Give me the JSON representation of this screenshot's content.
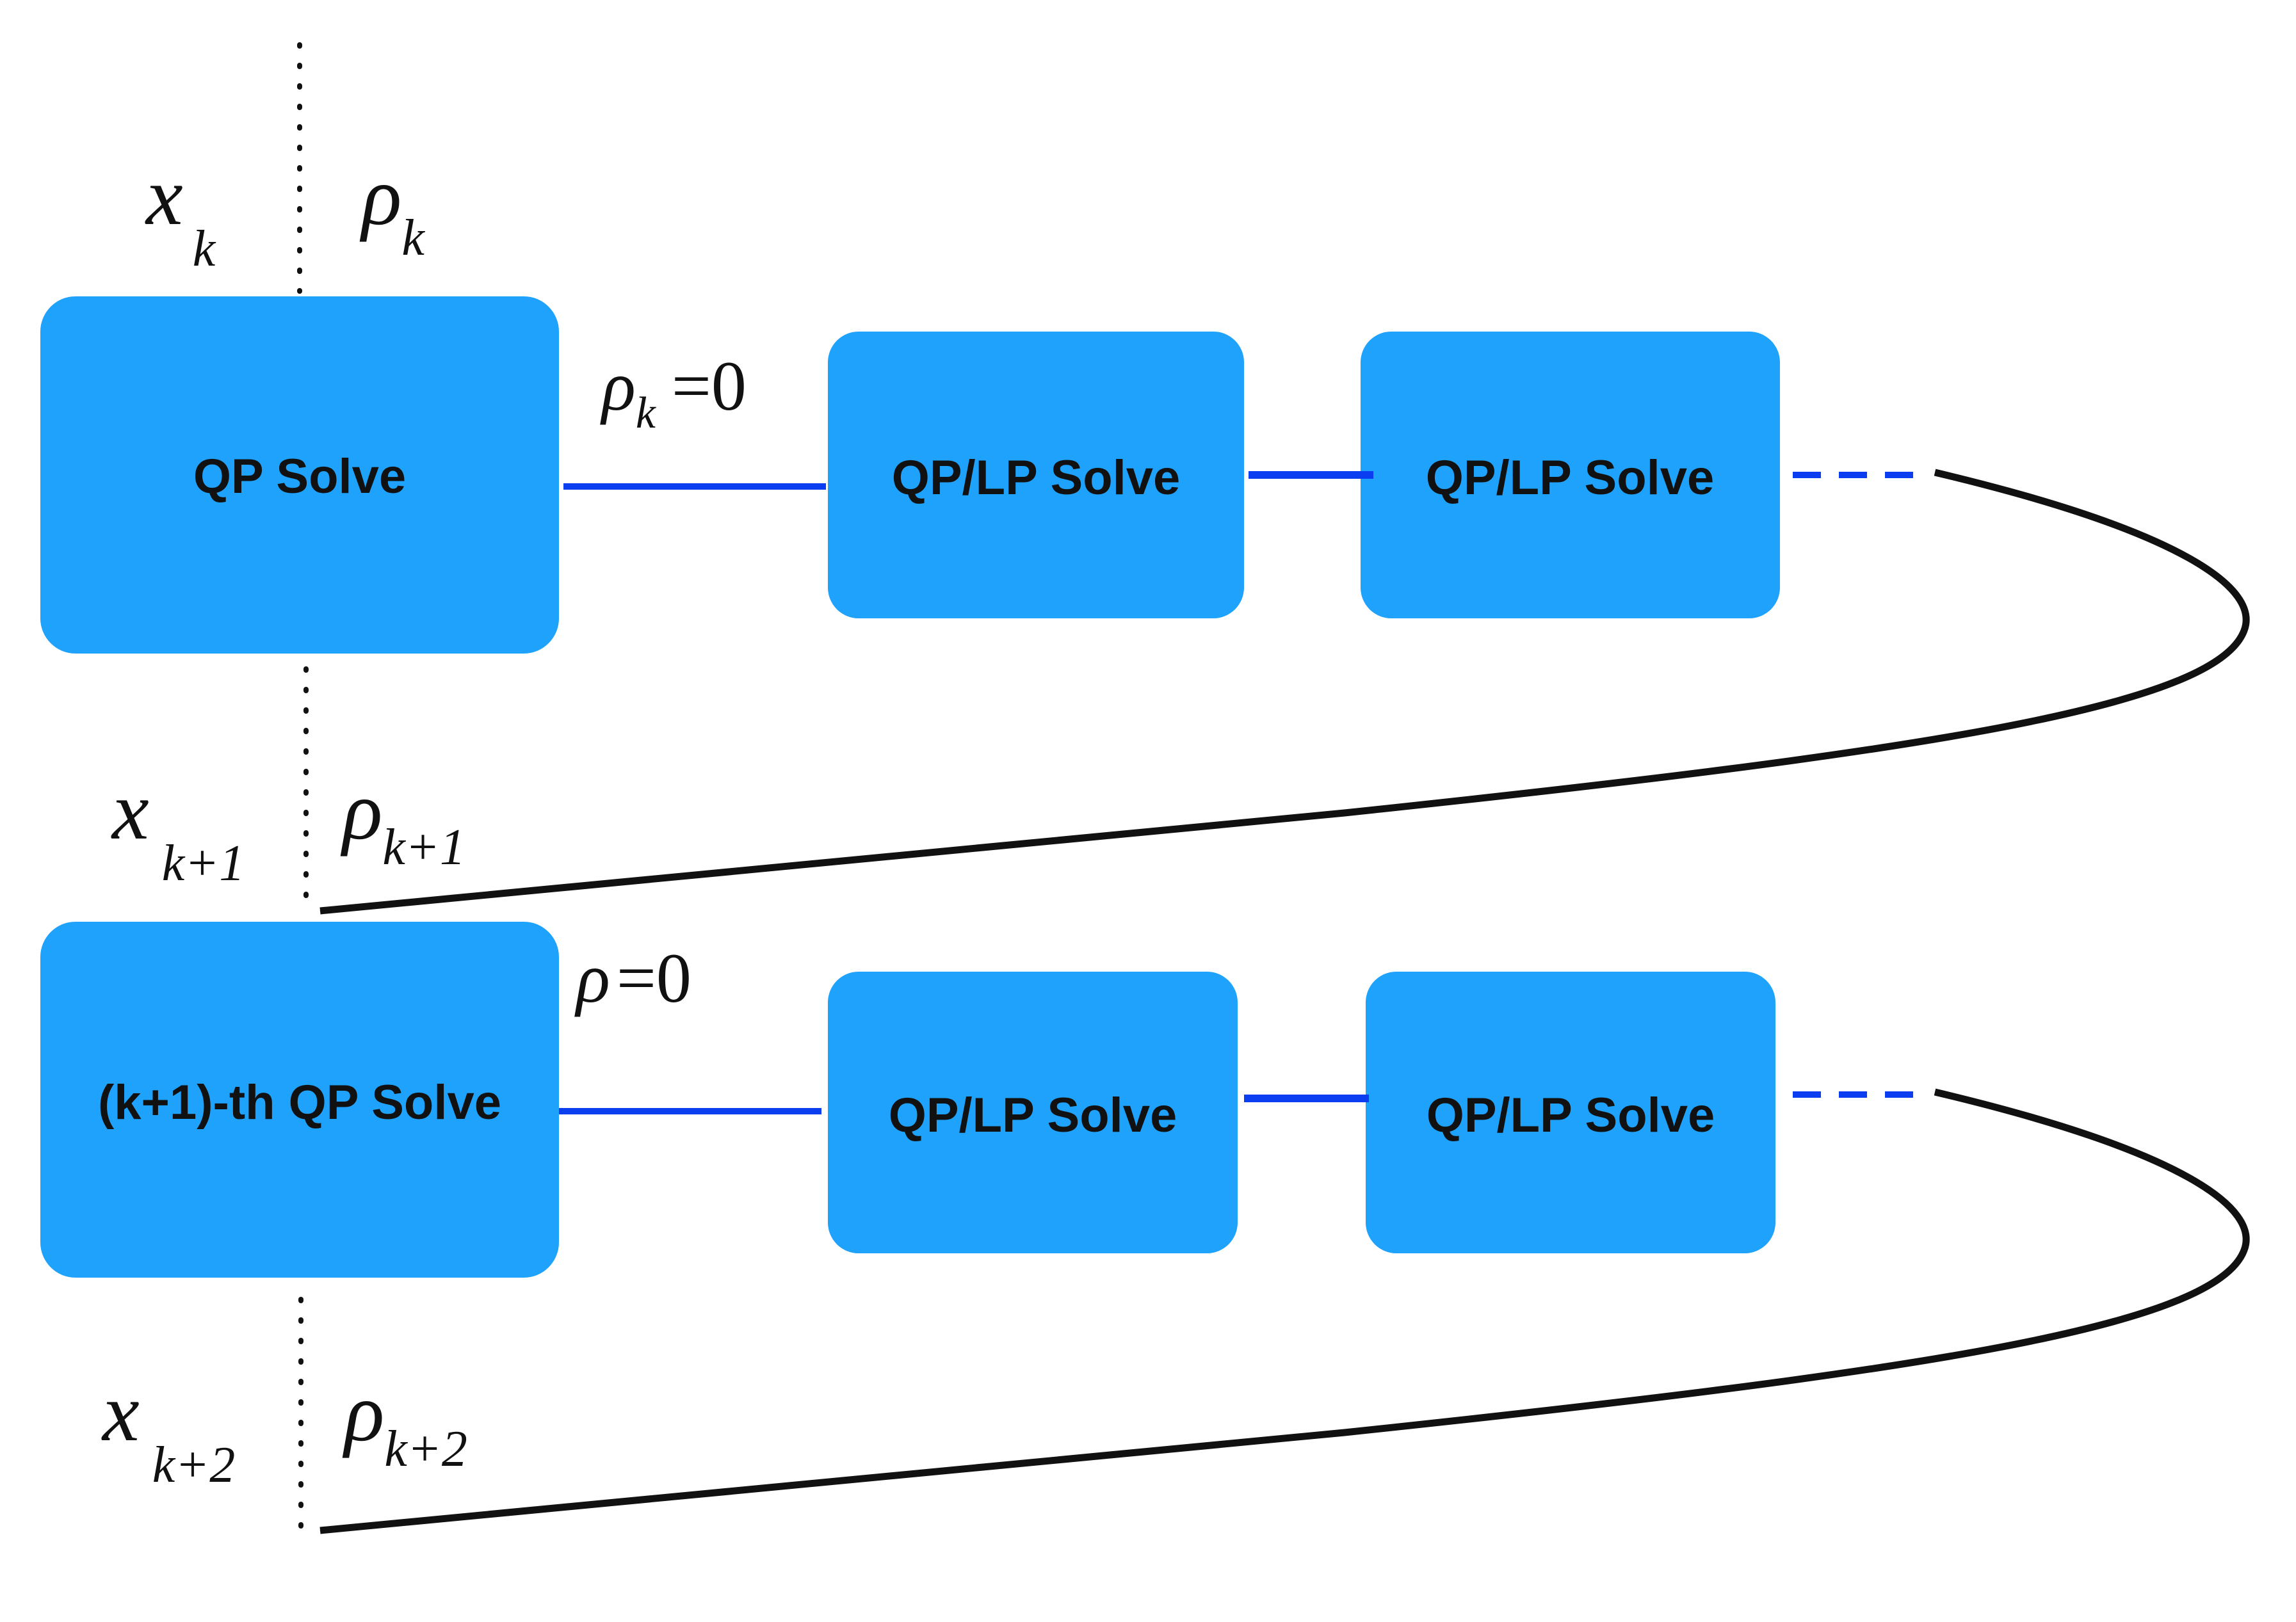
{
  "colors": {
    "box_fill": "#1fa2fc",
    "blue_arrow": "#0a3ef0",
    "black": "#111111"
  },
  "row1": {
    "box_main": "QP Solve",
    "box_a": "QP/LP Solve",
    "box_b": "QP/LP Solve",
    "arrow_label": {
      "sym": "ρ",
      "sub": "k",
      "eq": "=0"
    }
  },
  "row2": {
    "box_main": "(k+1)-th QP Solve",
    "box_a": "QP/LP Solve",
    "box_b": "QP/LP Solve",
    "arrow_label": {
      "sym": "ρ",
      "eq": "=0"
    }
  },
  "iterates": [
    {
      "x_sym": "x",
      "x_sub": "k",
      "rho_sym": "ρ",
      "rho_sub": "k"
    },
    {
      "x_sym": "x",
      "x_sub": "k+1",
      "rho_sym": "ρ",
      "rho_sub": "k+1"
    },
    {
      "x_sym": "x",
      "x_sub": "k+2",
      "rho_sym": "ρ",
      "rho_sub": "k+2"
    }
  ]
}
